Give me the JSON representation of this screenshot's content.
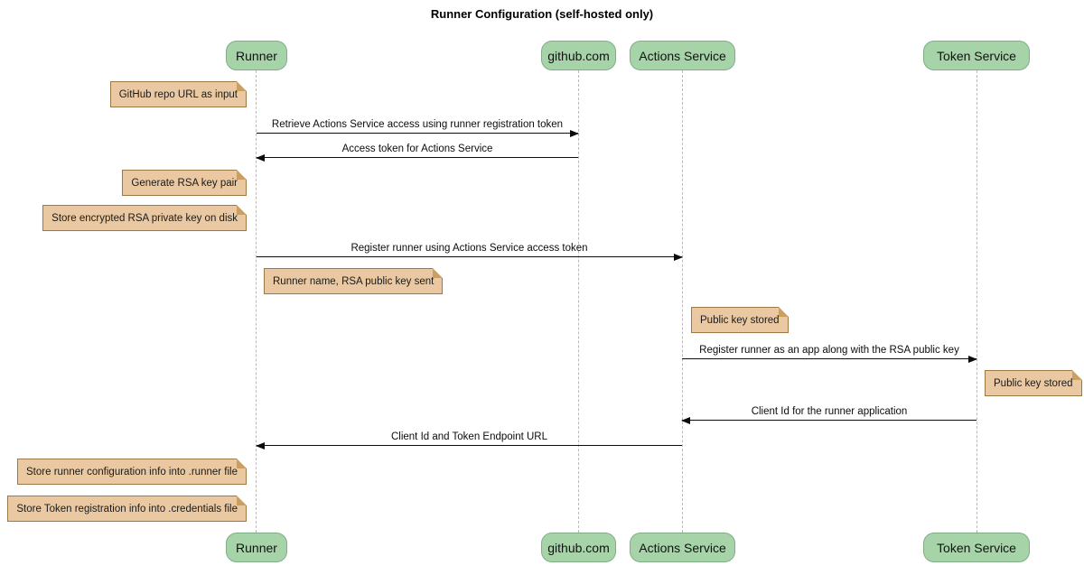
{
  "title": "Runner Configuration (self-hosted only)",
  "diagram_type": "sequence",
  "participants": [
    {
      "label": "Runner"
    },
    {
      "label": "github.com"
    },
    {
      "label": "Actions Service"
    },
    {
      "label": "Token Service"
    }
  ],
  "messages": [
    {
      "text": "Retrieve Actions Service access using runner registration token",
      "from": "Runner",
      "to": "github.com",
      "direction": "right"
    },
    {
      "text": "Access token for Actions Service",
      "from": "github.com",
      "to": "Runner",
      "direction": "left"
    },
    {
      "text": "Register runner using Actions Service access token",
      "from": "Runner",
      "to": "Actions Service",
      "direction": "right"
    },
    {
      "text": "Register runner as an app along with the RSA public key",
      "from": "Actions Service",
      "to": "Token Service",
      "direction": "right"
    },
    {
      "text": "Client Id for the runner application",
      "from": "Token Service",
      "to": "Actions Service",
      "direction": "left"
    },
    {
      "text": "Client Id and Token Endpoint URL",
      "from": "Actions Service",
      "to": "Runner",
      "direction": "left"
    }
  ],
  "notes": [
    {
      "text": "GitHub repo URL as input",
      "position": "left of Runner"
    },
    {
      "text": "Generate RSA key pair",
      "position": "left of Runner"
    },
    {
      "text": "Store encrypted RSA private key on disk",
      "position": "left of Runner"
    },
    {
      "text": "Runner name, RSA public key sent",
      "position": "right of Runner"
    },
    {
      "text": "Public key stored",
      "position": "right of Actions Service"
    },
    {
      "text": "Public key stored",
      "position": "right of Token Service"
    },
    {
      "text": "Store runner configuration info into .runner file",
      "position": "left of Runner"
    },
    {
      "text": "Store Token registration info into .credentials file",
      "position": "left of Runner"
    }
  ],
  "colors": {
    "participant_fill": "#a6d4a8",
    "participant_border": "#7fae85",
    "note_fill": "#eac9a2",
    "note_border": "#9d7845",
    "note_fold": "#c99f62",
    "lifeline": "#b9b9b9",
    "arrow": "#0c0c0c",
    "background": "#ffffff"
  }
}
